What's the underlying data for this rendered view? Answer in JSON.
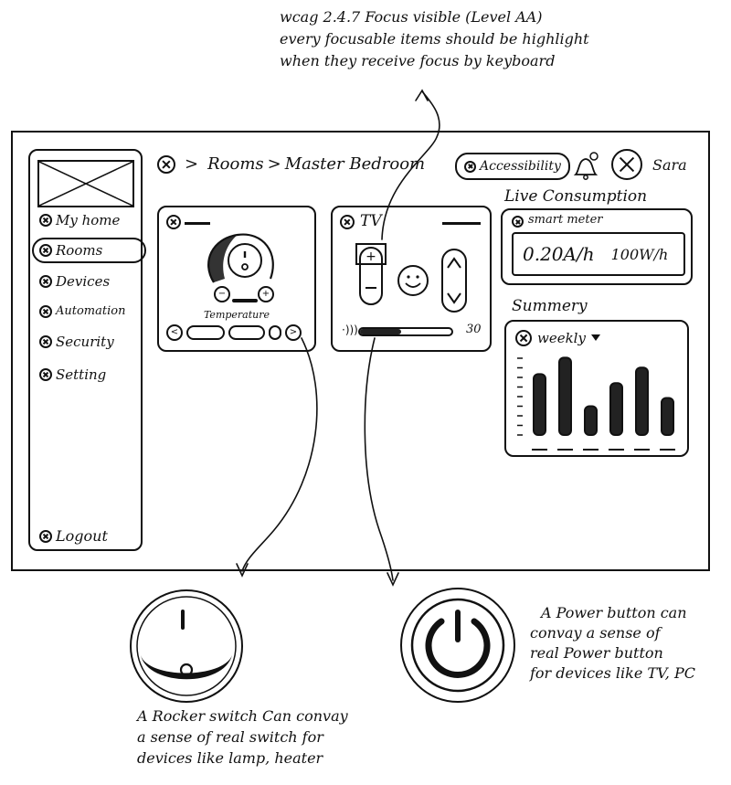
{
  "annotations": {
    "wcag": [
      "wcag 2.4.7 Focus visible (Level AA)",
      "every focusable items should be highlight",
      "when they receive focus by keyboard"
    ],
    "rocker": [
      "A Rocker switch Can convay",
      "a sense of real switch for",
      "devices like lamp, heater"
    ],
    "power": [
      "A Power button can",
      "convay a sense of",
      "real Power button",
      "for devices like TV, PC"
    ]
  },
  "sidebar": {
    "items": [
      {
        "label": "My home"
      },
      {
        "label": "Rooms"
      },
      {
        "label": "Devices"
      },
      {
        "label": "Automation"
      },
      {
        "label": "Security"
      },
      {
        "label": "Setting"
      }
    ],
    "logout": "Logout"
  },
  "header": {
    "breadcrumb_sep": ">",
    "breadcrumb": [
      "Rooms",
      "Master Bedroom"
    ],
    "accessibility": "Accessibility",
    "user": "Sara"
  },
  "thermostat": {
    "label": "Temperature",
    "minus": "−",
    "plus": "+"
  },
  "tv": {
    "title": "TV",
    "volume_value": "30",
    "volume_level": 0.45,
    "vol_icon": "·)))"
  },
  "live": {
    "title": "Live Consumption",
    "meter_label": "smart meter",
    "ah_value": "0.20A/h",
    "wh_value": "100W/h"
  },
  "summary": {
    "title": "Summery",
    "range": "weekly",
    "range_icon": "caret-icon"
  },
  "chart_data": {
    "type": "bar",
    "categories": [
      "",
      "",
      "",
      "",
      "",
      ""
    ],
    "values": [
      74,
      94,
      35,
      63,
      82,
      45
    ],
    "ylim": [
      0,
      100
    ],
    "grid": false
  }
}
